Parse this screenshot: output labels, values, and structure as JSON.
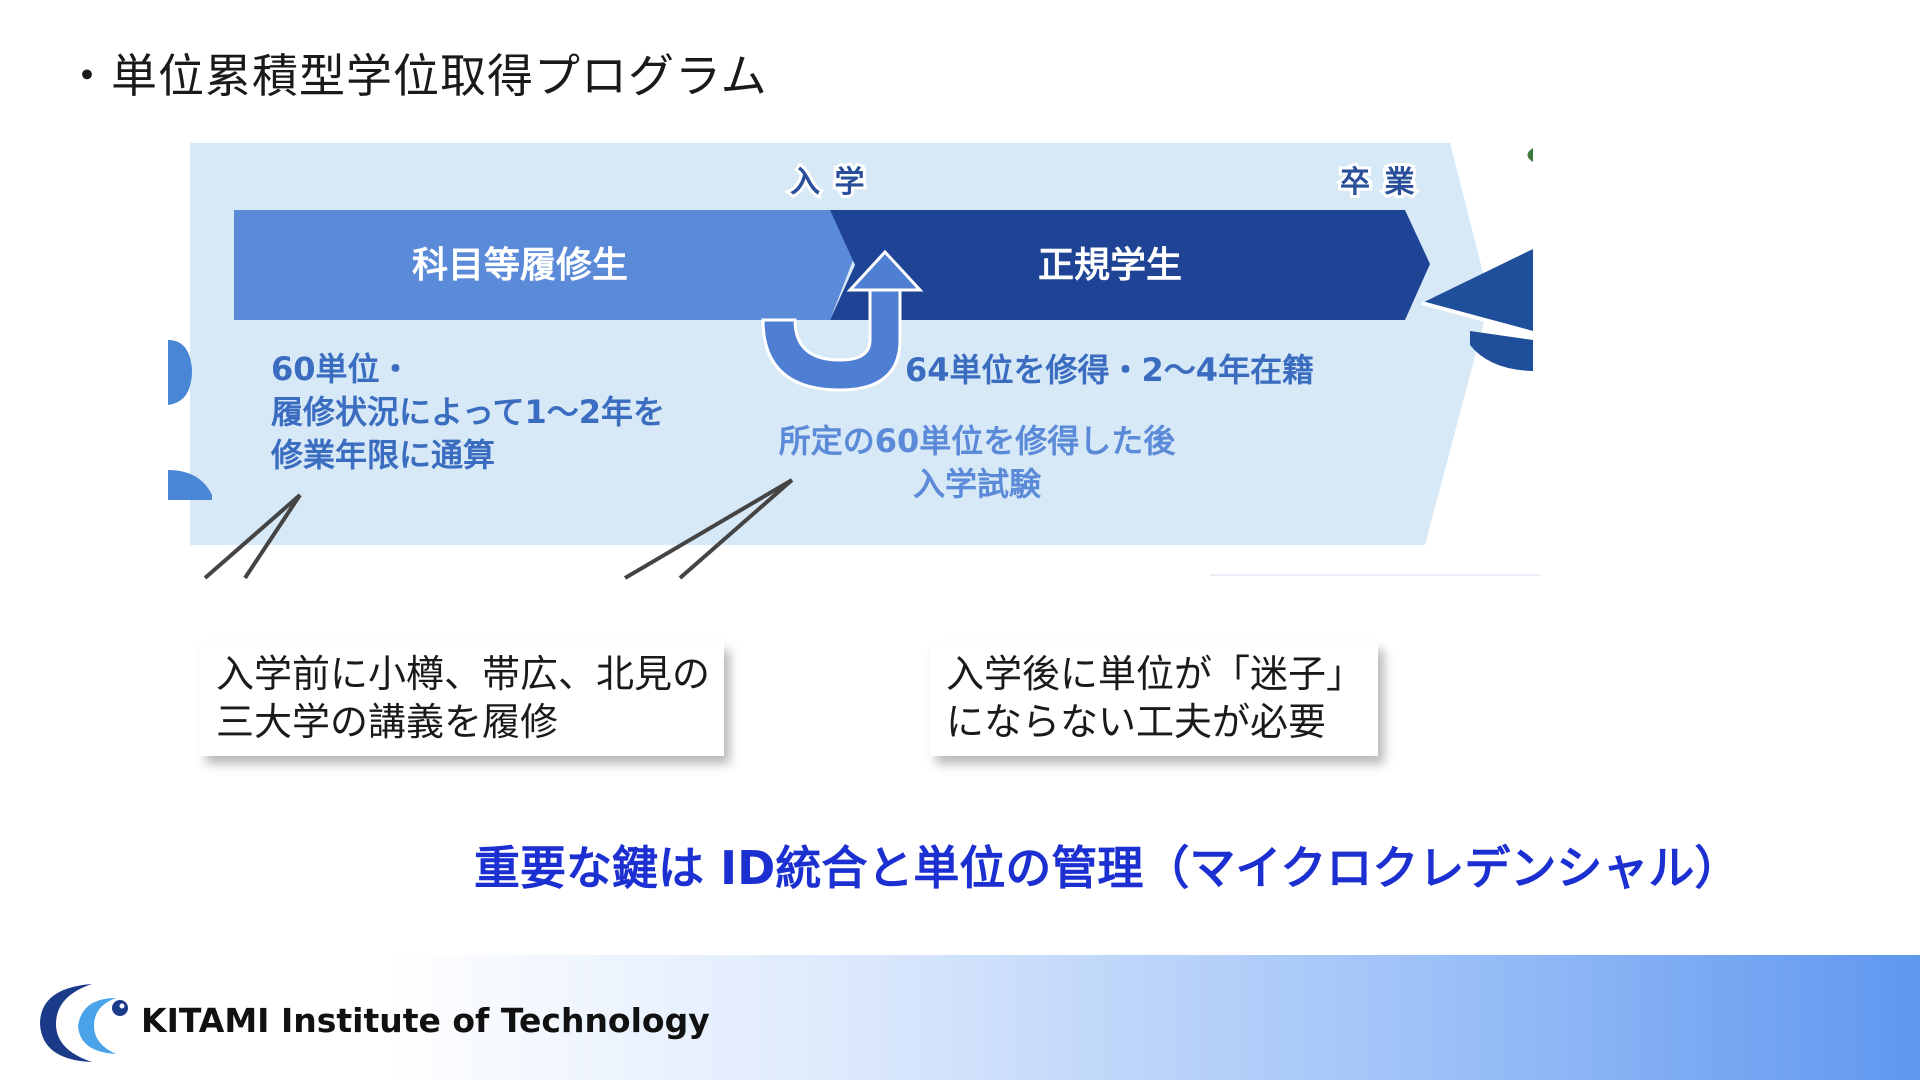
{
  "heading": "・単位累積型学位取得プログラム",
  "diagram": {
    "enroll_label": "入 学",
    "graduate_label": "卒 業",
    "stage1_title": "科目等履修生",
    "stage2_title": "正規学生",
    "stage1_desc": [
      "60単位・",
      "履修状況によって1～2年を",
      "修業年限に通算"
    ],
    "stage2_desc": "64単位を修得・2～4年在籍",
    "transition_desc": [
      "所定の60単位を修得した後",
      "入学試験"
    ],
    "colors": {
      "band": "#d7e8f6",
      "stage1": "#5b8ad8",
      "stage2": "#1f4496",
      "text": "#3a6cc0"
    }
  },
  "notes": {
    "left": [
      "入学前に小樽、帯広、北見の",
      "三大学の講義を履修"
    ],
    "right": [
      "入学後に単位が「迷子」",
      "にならない工夫が必要"
    ]
  },
  "key_message": "重要な鍵は ID統合と単位の管理（マイクロクレデンシャル）",
  "footer": {
    "institution": "KITAMI Institute of Technology",
    "logo_icon": "crescent-logo-icon"
  }
}
